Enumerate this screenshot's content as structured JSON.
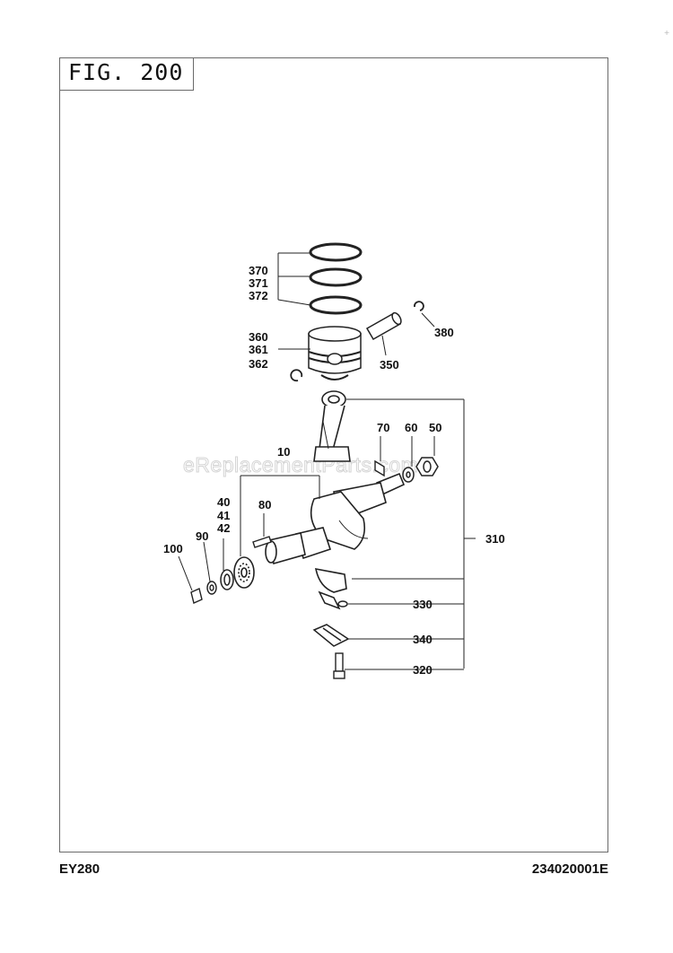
{
  "figure": {
    "title": "FIG. 200"
  },
  "footer": {
    "model": "EY280",
    "doc_number": "234020001E"
  },
  "watermark": "eReplacementParts.com",
  "corner_mark": "+",
  "callouts": {
    "p370": "370",
    "p371": "371",
    "p372": "372",
    "p360": "360",
    "p361": "361",
    "p362": "362",
    "p380": "380",
    "p350": "350",
    "p70": "70",
    "p60": "60",
    "p50": "50",
    "p10": "10",
    "p40": "40",
    "p41": "41",
    "p42": "42",
    "p80": "80",
    "p90": "90",
    "p100": "100",
    "p310": "310",
    "p330": "330",
    "p340": "340",
    "p320": "320"
  }
}
